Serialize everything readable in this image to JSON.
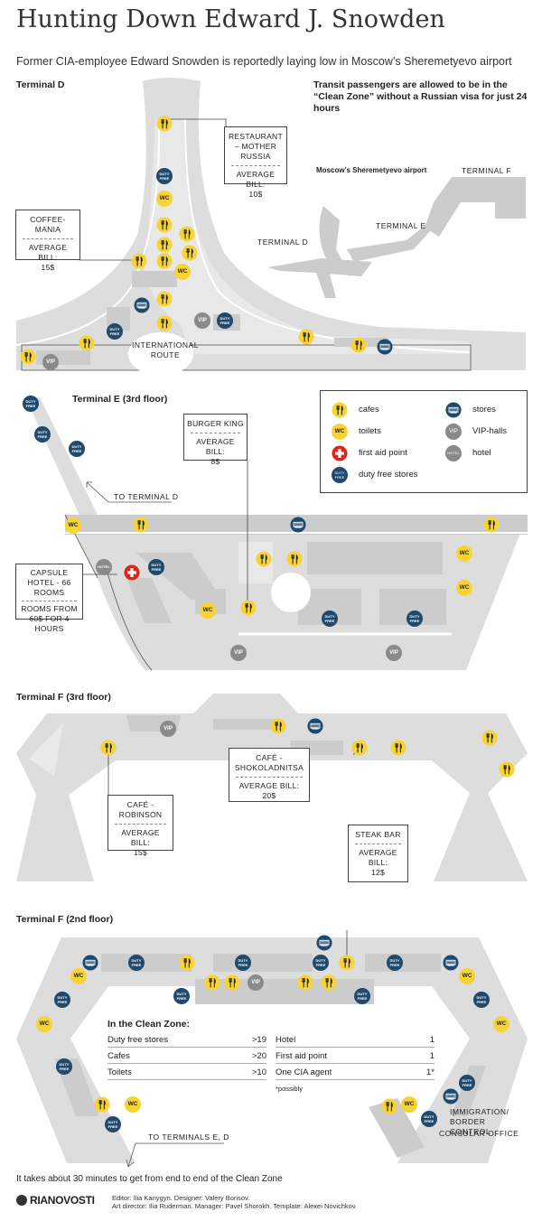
{
  "header": {
    "title": "Hunting Down Edward J. Snowden",
    "subtitle": "Former CIA-employee Edward Snowden is reportedly laying low in Moscow’s Sheremetyevo airport"
  },
  "terminal_d": {
    "title": "Terminal D",
    "transit_note": "Transit passengers are allowed to be in the “Clean Zone” without a Russian visa for just 24 hours",
    "restaurant": {
      "name": "RESTAURANT – MOTHER RUSSIA",
      "bill_label": "AVERAGE BILL:",
      "bill": "10$"
    },
    "coffee": {
      "name": "COFFEE-MANIA",
      "bill_label": "AVERAGE BILL:",
      "bill": "15$"
    },
    "route_label": "INTERNATIONAL ROUTE"
  },
  "overview": {
    "title": "Moscow’s Sheremetyevo airport",
    "label_d": "TERMINAL D",
    "label_e": "TERMINAL E",
    "label_f": "TERMINAL F"
  },
  "terminal_e": {
    "title": "Terminal E (3rd floor)",
    "burger": {
      "name": "BURGER KING",
      "bill_label": "AVERAGE BILL:",
      "bill": "8$"
    },
    "capsule": {
      "name": "CAPSULE HOTEL - 66 ROOMS",
      "rooms": "ROOMS FROM 60$ FOR 4 HOURS"
    },
    "to_terminal_d": "TO TERMINAL D"
  },
  "legend": {
    "cafes": "cafes",
    "toilets": "toilets",
    "first_aid": "first aid point",
    "duty_free": "duty free stores",
    "stores": "stores",
    "vip": "VIP-halls",
    "hotel": "hotel"
  },
  "terminal_f3": {
    "title": "Terminal F (3rd floor)",
    "robinson": {
      "name": "CAFÉ - ROBINSON",
      "bill_label": "AVERAGE BILL:",
      "bill": "15$"
    },
    "shokoladnitsa": {
      "name": "CAFÉ - SHOKOLADNITSA",
      "bill_label": "AVERAGE BILL:",
      "bill": "20$"
    },
    "steak": {
      "name": "STEAK BAR",
      "bill_label": "AVERAGE BILL:",
      "bill": "12$"
    }
  },
  "terminal_f2": {
    "title": "Terminal F (2nd floor)",
    "immigration": "IMMIGRATION/ BORDER CONTROL",
    "consular": "CONSULAR OFFICE",
    "to_terminals": "TO TERMINALS E, D"
  },
  "clean_zone": {
    "title": "In the Clean Zone:",
    "left": [
      {
        "label": "Duty free stores",
        "value": ">19"
      },
      {
        "label": "Cafes",
        "value": ">20"
      },
      {
        "label": "Toilets",
        "value": ">10"
      }
    ],
    "right": [
      {
        "label": "Hotel",
        "value": "1"
      },
      {
        "label": "First aid point",
        "value": "1"
      },
      {
        "label": "One CIA agent",
        "value": "1*"
      }
    ],
    "footnote": "*possibly"
  },
  "icons": {
    "wc": "WC",
    "vip": "VIP",
    "duty1": "DUTY",
    "duty2": "FREE",
    "hotel": "HOTEL"
  },
  "colors": {
    "floor": "#dddddd",
    "floor_dark": "#cccccc",
    "cafe": "#f7d433",
    "store": "#1f4a6e",
    "vip": "#8a8a8a",
    "aid": "#e2231a"
  },
  "footer": {
    "note": "It takes about 30 minutes to get from end to end of the Clean Zone",
    "logo": "RIANOVOSTI",
    "credits1": "Editor: Ilia Kanygyn. Designer: Valery Borisov.",
    "credits2": "Art director: Ilia Ruderman. Manager: Pavel Shorokh. Template: Alexei Novichkov."
  }
}
